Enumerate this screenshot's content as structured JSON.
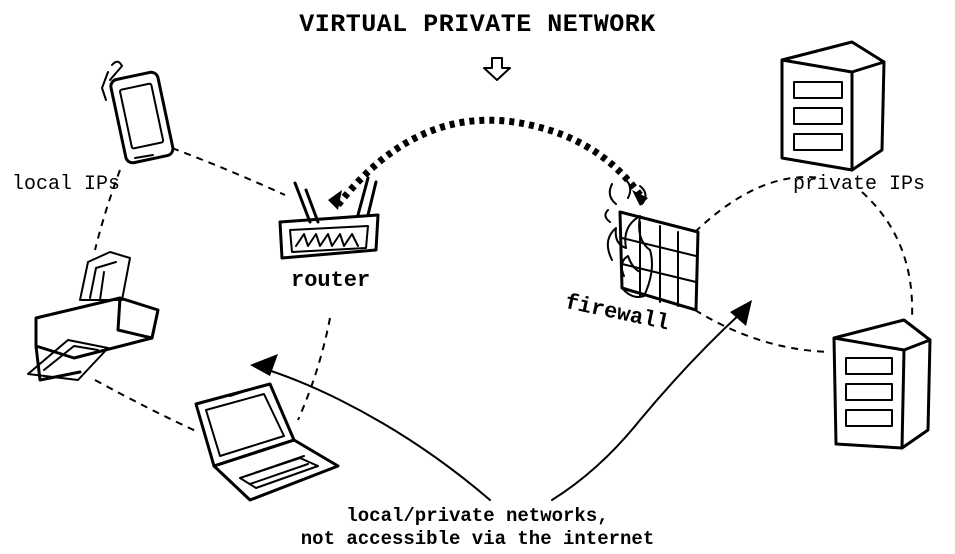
{
  "title": "VIRTUAL PRIVATE NETWORK",
  "labels": {
    "local_ips": "local IPs",
    "private_ips": "private IPs",
    "router": "router",
    "firewall": "firewall",
    "caption_line1": "local/private networks,",
    "caption_line2": "not accessible via the internet"
  }
}
